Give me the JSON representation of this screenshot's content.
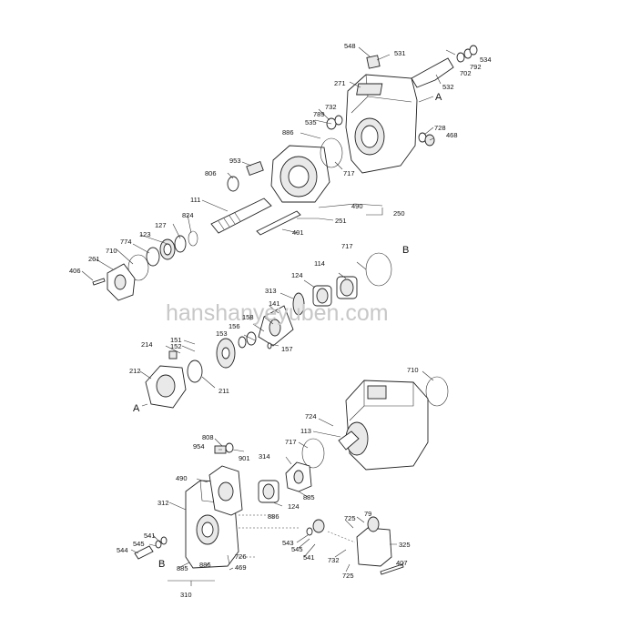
{
  "watermark": "hanshanyeyuben.com",
  "callouts": {
    "c548": "548",
    "c531": "531",
    "c534": "534",
    "c792": "792",
    "c702": "702",
    "c532": "532",
    "c271": "271",
    "cA_top": "A",
    "c732a": "732",
    "c789": "789",
    "c535": "535",
    "c886a": "886",
    "c728": "728",
    "c468": "468",
    "c953": "953",
    "c717a": "717",
    "c806": "806",
    "c111": "111",
    "c490a": "490",
    "c250": "250",
    "c251": "251",
    "c824": "824",
    "c127": "127",
    "c123": "123",
    "c774": "774",
    "c401": "401",
    "c710a": "710",
    "c261": "261",
    "c406": "406",
    "c717b": "717",
    "cB_mid": "B",
    "c114": "114",
    "c124a": "124",
    "c313": "313",
    "c141": "141",
    "c158": "158",
    "c156": "156",
    "c153": "153",
    "c157": "157",
    "c151": "151",
    "c152": "152",
    "c214": "214",
    "c212": "212",
    "c211": "211",
    "cA_left": "A",
    "c710b": "710",
    "c724": "724",
    "c113": "113",
    "c717c": "717",
    "c808": "808",
    "c954": "954",
    "c901": "901",
    "c314": "314",
    "c490b": "490",
    "c885a": "885",
    "c312": "312",
    "c124b": "124",
    "c886b": "886",
    "c79": "79",
    "c725a": "725",
    "c543": "543",
    "c545a": "545",
    "c541a": "541",
    "c325": "325",
    "c541b": "541",
    "c545b": "545",
    "c544": "544",
    "cB_bot": "B",
    "c726": "726",
    "c732b": "732",
    "c407": "407",
    "c725b": "725",
    "c885b": "885",
    "c886c": "886",
    "c469": "469",
    "c310": "310"
  },
  "colors": {
    "line": "#222222",
    "watermark": "#c8c8c8",
    "background": "#ffffff"
  }
}
